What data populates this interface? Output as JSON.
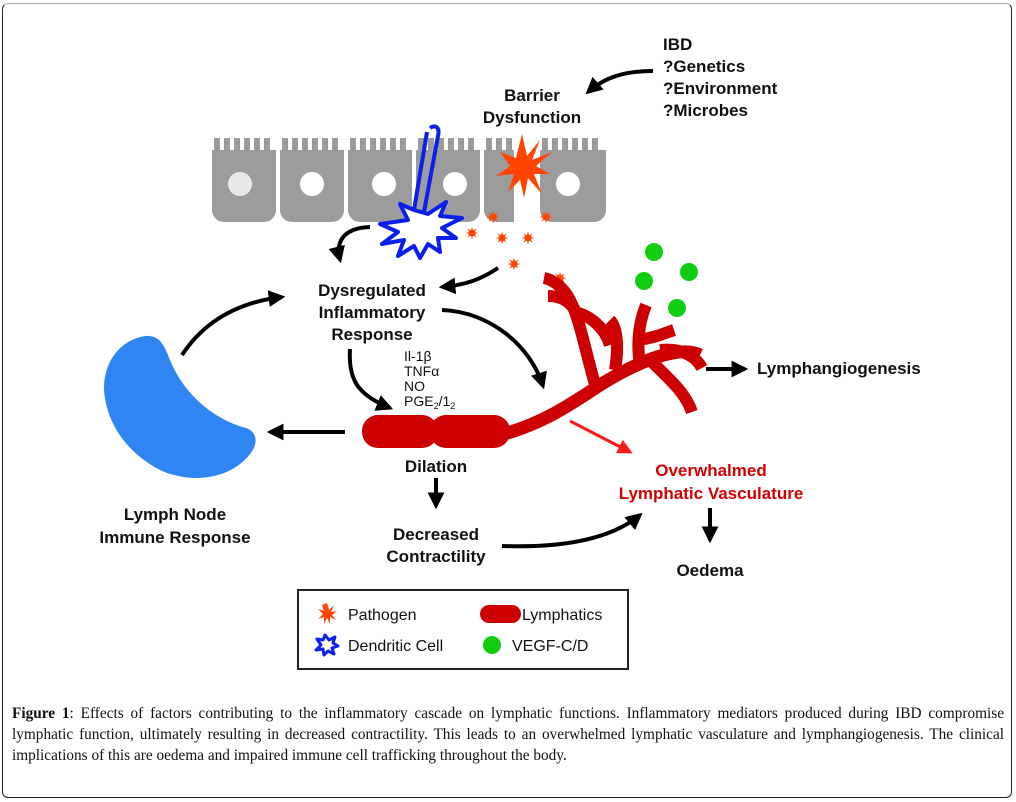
{
  "figure": {
    "causes": {
      "items": [
        "IBD",
        "?Genetics",
        "?Environment",
        "?Microbes"
      ]
    },
    "barrier_dysfunction": [
      "Barrier",
      "Dysfunction"
    ],
    "dysregulated_response": [
      "Dysregulated",
      "Inflammatory",
      "Response"
    ],
    "mediators": {
      "il1b": "Il-1β",
      "tnfa": "TNFα",
      "no": "NO",
      "pge_main": "PGE",
      "pge_sub": "2",
      "pge_mid": "/1",
      "pge_sub2": "2"
    },
    "dilation": "Dilation",
    "decreased_contractility": [
      "Decreased",
      "Contractility"
    ],
    "lymph_node": [
      "Lymph Node",
      "Immune Response"
    ],
    "lymphangiogenesis": "Lymphangiogenesis",
    "overwhelmed": [
      "Overwhalmed",
      "Lymphatic Vasculature"
    ],
    "oedema": "Oedema",
    "legend": {
      "pathogen": "Pathogen",
      "lymphatics": "Lymphatics",
      "dendritic_cell": "Dendritic Cell",
      "vegf": "VEGF-C/D"
    },
    "colors": {
      "pathogen": "#ff4500",
      "dendritic": "#0a1ef0",
      "lymphatics": "#cc0000",
      "vegf": "#12cc12",
      "lymph_node": "#2f86f2",
      "epithelium": "#9c9c9c",
      "highlight_red": "#d30000"
    }
  },
  "caption": {
    "label": "Figure 1",
    "text": ": Effects of factors contributing to the inflammatory cascade on lymphatic functions. Inflammatory mediators produced during IBD compromise lymphatic function, ultimately resulting in decreased contractility. This leads to an overwhelmed lymphatic vasculature and lymphangiogenesis. The clinical implications of this are oedema and impaired immune cell trafficking throughout the body."
  }
}
